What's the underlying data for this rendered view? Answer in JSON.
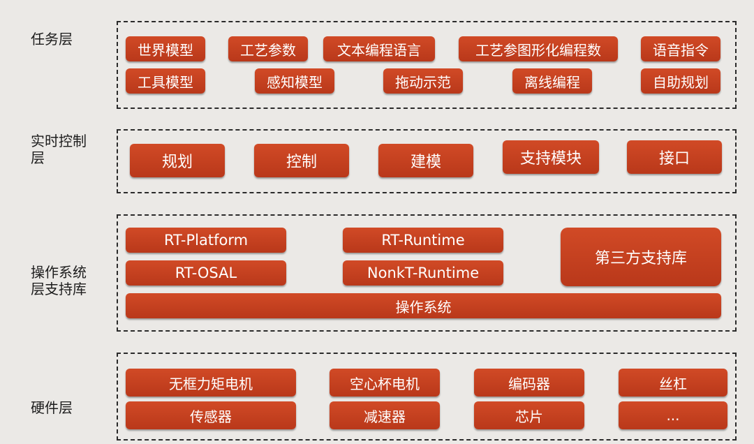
{
  "layers": {
    "task": {
      "label": "任务层",
      "items": [
        "世界模型",
        "工艺参数",
        "文本编程语言",
        "工艺参图形化编程数",
        "语音指令",
        "工具模型",
        "感知模型",
        "拖动示范",
        "离线编程",
        "自助规划"
      ]
    },
    "realtime": {
      "label": "实时控制\n层",
      "items": [
        "规划",
        "控制",
        "建模",
        "支持模块",
        "接口"
      ]
    },
    "os": {
      "label": "操作系统\n层支持库",
      "items": [
        "RT-Platform",
        "RT-Runtime",
        "第三方支持库",
        "RT-OSAL",
        "NonkT-Runtime",
        "操作系统"
      ]
    },
    "hardware": {
      "label": "硬件层",
      "items": [
        "无框力矩电机",
        "空心杯电机",
        "编码器",
        "丝杠",
        "传感器",
        "减速器",
        "芯片",
        "..."
      ]
    }
  },
  "colors": {
    "box": "#c8401f",
    "background": "#ebe9e6",
    "border": "#2a2a2a"
  }
}
